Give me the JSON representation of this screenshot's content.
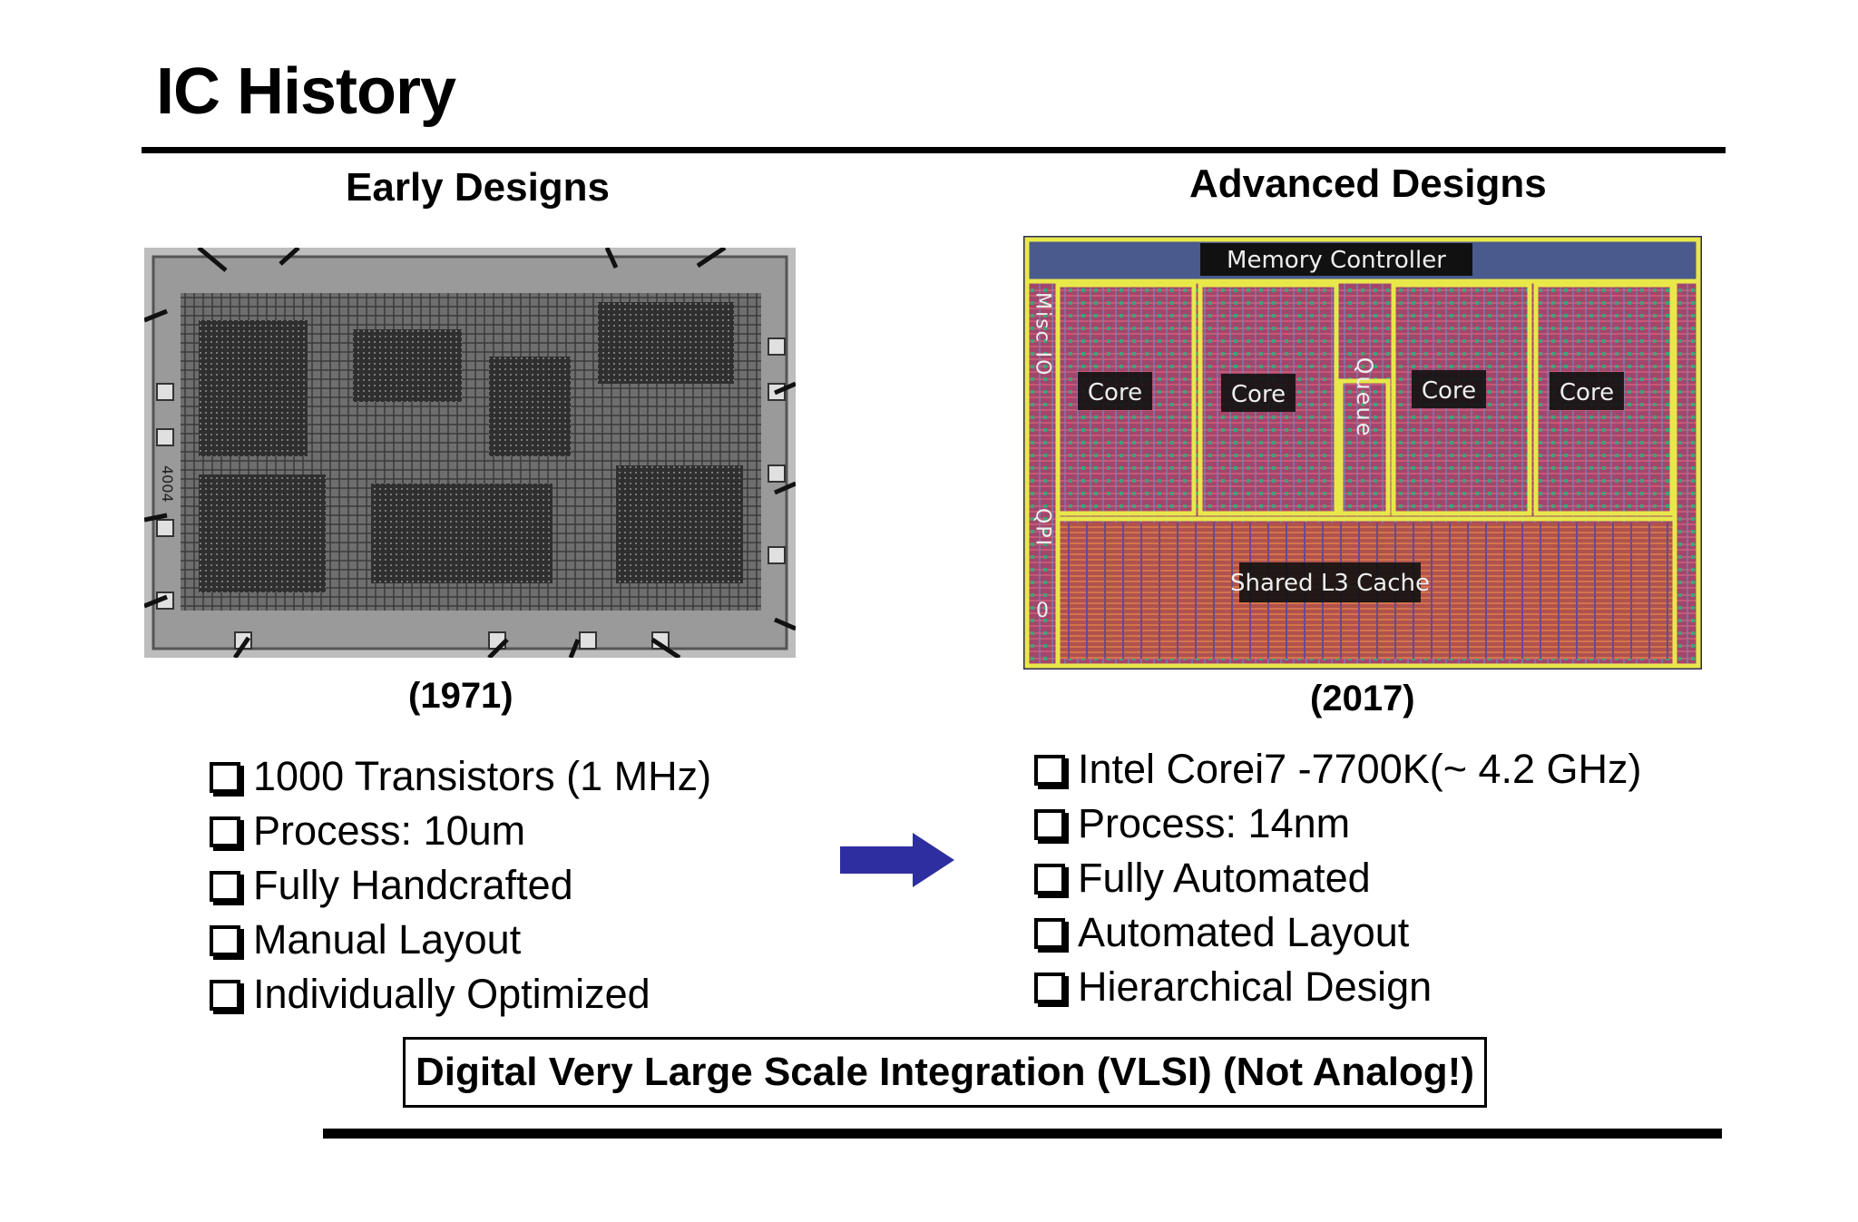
{
  "slide": {
    "title": "IC History"
  },
  "early": {
    "heading": "Early Designs",
    "year": "(1971)",
    "chip_marking": "4004",
    "bullets": [
      "1000 Transistors (1 MHz)",
      "Process: 10um",
      "Fully Handcrafted",
      "Manual Layout",
      "Individually Optimized"
    ]
  },
  "advanced": {
    "heading": "Advanced Designs",
    "year": "(2017)",
    "die_labels": {
      "memory_controller": "Memory Controller",
      "core": "Core",
      "queue": "Queue",
      "misc_io": "Misc IO",
      "qpi": "QPI",
      "qpi_zero": "0",
      "l3": "Shared L3 Cache"
    },
    "bullets": [
      "Intel Corei7 -7700K(~ 4.2 GHz)",
      "Process: 14nm",
      "Fully Automated",
      "Automated Layout",
      "Hierarchical Design"
    ]
  },
  "footer_box": {
    "text": "Digital Very Large Scale Integration (VLSI) (Not Analog!)"
  },
  "colors": {
    "arrow": "#2e2ea0",
    "die_outline": "#e8e84a",
    "die_base": "#b0547a"
  }
}
